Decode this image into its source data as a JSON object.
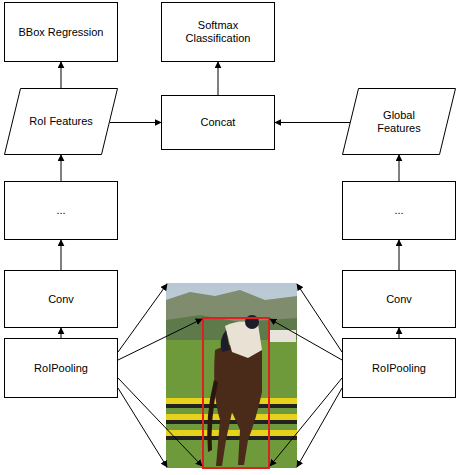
{
  "diagram": {
    "nodes": [
      {
        "text": [
          "BBox Regression"
        ]
      },
      {
        "text": [
          "Softmax Classification"
        ]
      },
      {
        "text": [
          "RoI Features"
        ]
      },
      {
        "text": [
          "Concat"
        ]
      },
      {
        "text": [
          "Global Features"
        ]
      },
      {
        "text": [
          "..."
        ]
      },
      {
        "text": [
          "..."
        ]
      },
      {
        "text": [
          "Conv"
        ]
      },
      {
        "text": [
          "Conv"
        ]
      },
      {
        "text": [
          "RoIPooling"
        ]
      },
      {
        "text": [
          "RoIPooling"
        ]
      }
    ],
    "edges": [
      {
        "from": 9,
        "to": 7,
        "arrow": "to"
      },
      {
        "from": 7,
        "to": 5,
        "arrow": "to"
      },
      {
        "from": 5,
        "to": 2,
        "arrow": "to"
      },
      {
        "from": 2,
        "to": 0,
        "arrow": "to"
      },
      {
        "from": 2,
        "to": 3,
        "arrow": "to"
      },
      {
        "from": 3,
        "to": 1,
        "arrow": "to"
      },
      {
        "from": 10,
        "to": 8,
        "arrow": "to"
      },
      {
        "from": 8,
        "to": 6,
        "arrow": "to"
      },
      {
        "from": 6,
        "to": 4,
        "arrow": "to"
      },
      {
        "from": 4,
        "to": 3,
        "arrow": "to"
      }
    ]
  }
}
